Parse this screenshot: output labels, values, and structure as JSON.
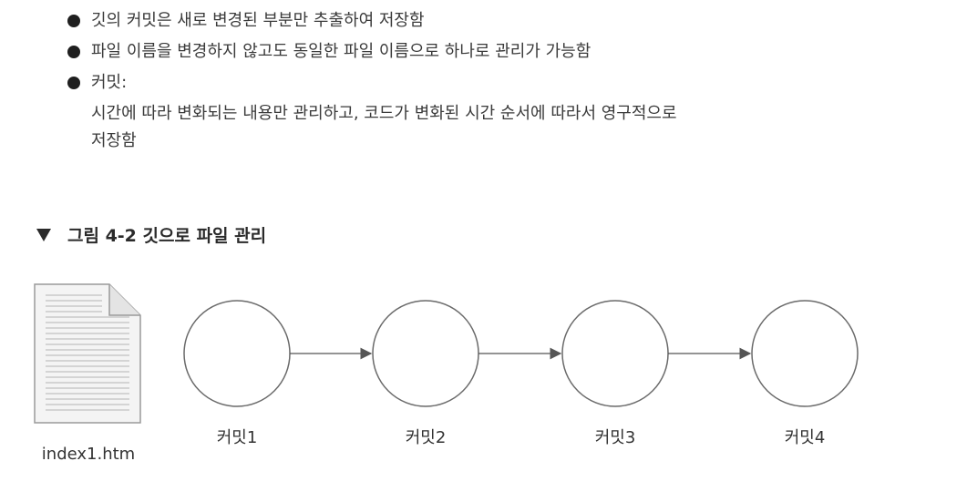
{
  "bullets": [
    {
      "text": "깃의 커밋은 새로 변경된 부분만 추출하여 저장함"
    },
    {
      "text": "파일 이름을 변경하지 않고도 동일한 파일 이름으로 하나로 관리가 가능함"
    },
    {
      "text": "커밋:",
      "sub_line1": "시간에 따라 변화되는 내용만 관리하고, 코드가 변화된 시간 순서에 따라서 영구적으로",
      "sub_line2": "저장함"
    }
  ],
  "figure": {
    "caption": "그림 4-2 깃으로 파일 관리",
    "file_label": "index1.htm",
    "commits": [
      "커밋1",
      "커밋2",
      "커밋3",
      "커밋4"
    ]
  }
}
